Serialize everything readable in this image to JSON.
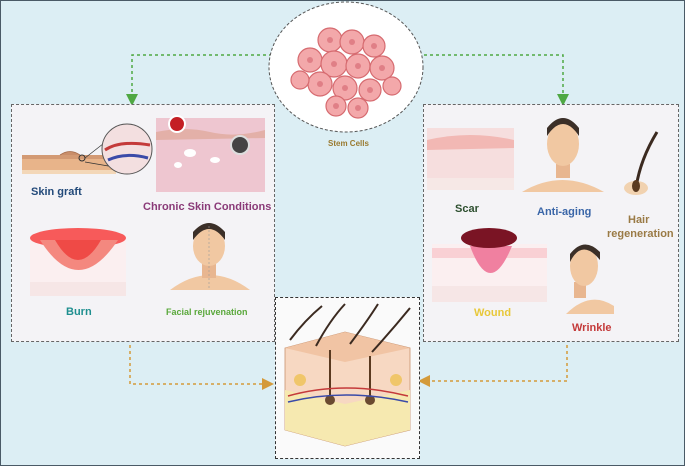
{
  "center": {
    "label": "Stem Cells"
  },
  "left_panel": {
    "skin_graft": "Skin graft",
    "chronic": "Chronic Skin Conditions",
    "burn": "Burn",
    "facial": "Facial rejuvenation"
  },
  "right_panel": {
    "scar": "Scar",
    "anti_aging": "Anti-aging",
    "hair_1": "Hair",
    "hair_2": "regeneration",
    "wound": "Wound",
    "wrinkle": "Wrinkle"
  },
  "colors": {
    "green_arrow": "#4fa843",
    "orange_arrow": "#d49a3a",
    "skin_graft": "#234a7a",
    "chronic": "#8a3a78",
    "burn": "#1f8f8f",
    "facial": "#5aa83c",
    "scar": "#2d4f2f",
    "anti_aging": "#3a66a8",
    "hair": "#9a7a45",
    "wound": "#e8c83a",
    "wrinkle": "#c43a3a"
  }
}
